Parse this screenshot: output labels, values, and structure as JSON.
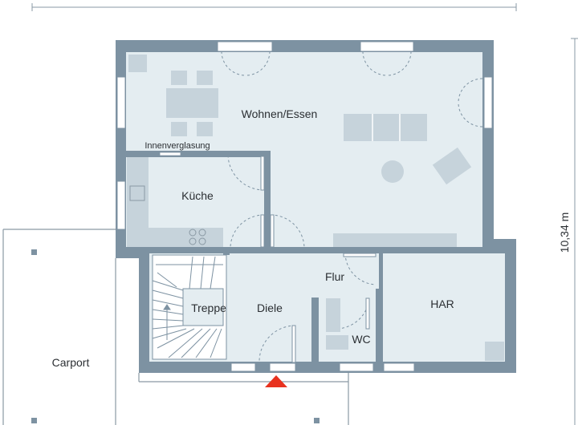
{
  "rooms": {
    "wohnen": "Wohnen/Essen",
    "innenverglasung": "Innenverglasung",
    "kueche": "Küche",
    "treppe": "Treppe",
    "diele": "Diele",
    "flur": "Flur",
    "wc": "WC",
    "har": "HAR",
    "carport": "Carport"
  },
  "dimensions": {
    "height": "10,34 m"
  },
  "colors": {
    "wall": "#7d92a2",
    "floor": "#e4edf1",
    "furniture": "#c6d3db",
    "entrance_marker": "#e8321f"
  },
  "icons": {
    "entrance": "entrance-arrow-icon"
  }
}
